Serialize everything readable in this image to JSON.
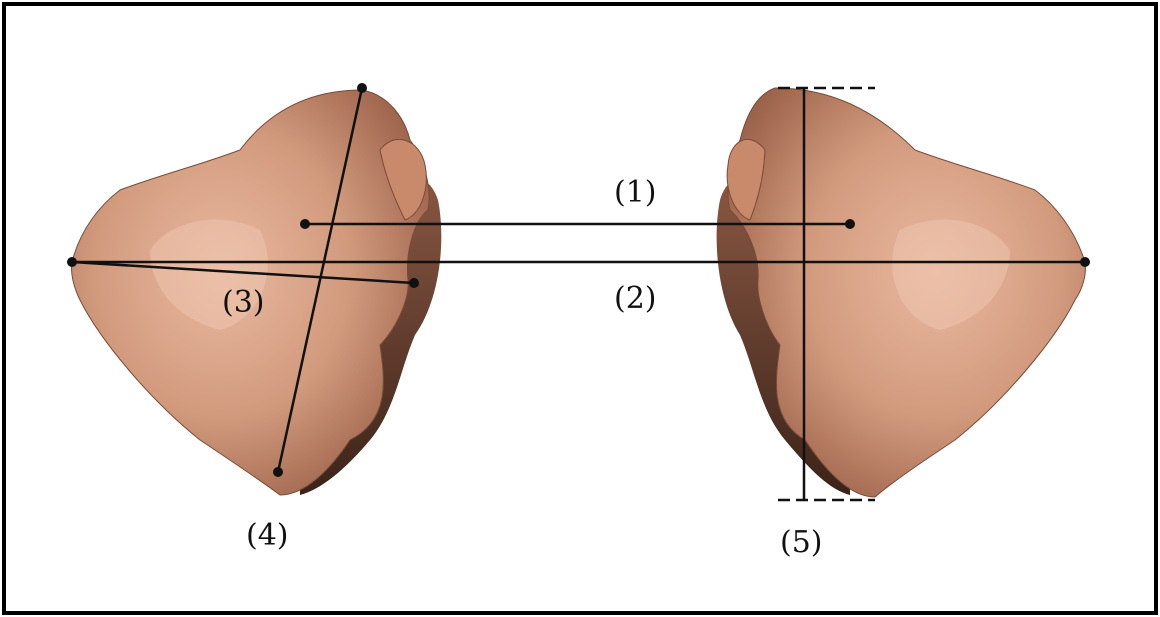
{
  "figure": {
    "labels": {
      "m1": "(1)",
      "m2": "(2)",
      "m3": "(3)",
      "m4": "(4)",
      "m5": "(5)"
    },
    "colors": {
      "skin_light": "#e2ab92",
      "skin_mid": "#c98a6c",
      "skin_dark": "#7a4a37",
      "skin_shadow": "#3a2219",
      "line": "#111111",
      "border": "#000000"
    }
  }
}
